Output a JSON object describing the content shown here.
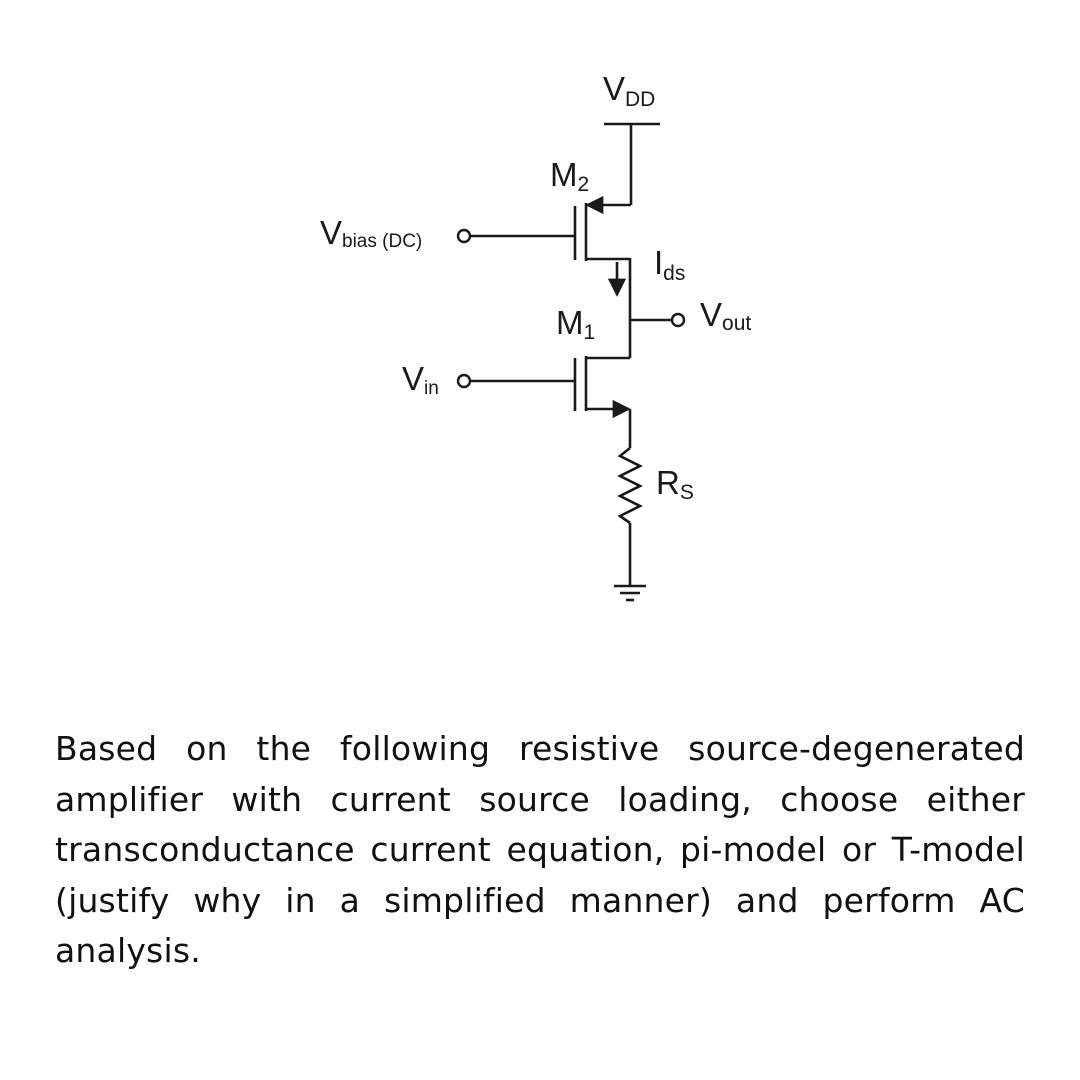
{
  "diagram": {
    "type": "circuit-schematic",
    "labels": {
      "vdd": {
        "main": "V",
        "sub": "DD"
      },
      "m2": {
        "main": "M",
        "sub": "2"
      },
      "vbias": {
        "main": "V",
        "sub": "bias (DC)"
      },
      "ids": {
        "main": "I",
        "sub": "ds"
      },
      "vout": {
        "main": "V",
        "sub": "out"
      },
      "m1": {
        "main": "M",
        "sub": "1"
      },
      "vin": {
        "main": "V",
        "sub": "in"
      },
      "rs": {
        "main": "R",
        "sub": "S"
      }
    },
    "components": [
      {
        "id": "M2",
        "kind": "pmos-transistor",
        "role": "current-source load"
      },
      {
        "id": "M1",
        "kind": "nmos-transistor",
        "role": "input device"
      },
      {
        "id": "RS",
        "kind": "resistor",
        "role": "source degeneration"
      },
      {
        "id": "GND",
        "kind": "ground"
      },
      {
        "id": "VDD",
        "kind": "supply"
      }
    ]
  },
  "question": {
    "text": "Based on the following resistive source-degenerated amplifier with current source loading, choose either transconductance current equation, pi-model or T-model (justify why in a simplified manner) and perform AC analysis."
  }
}
